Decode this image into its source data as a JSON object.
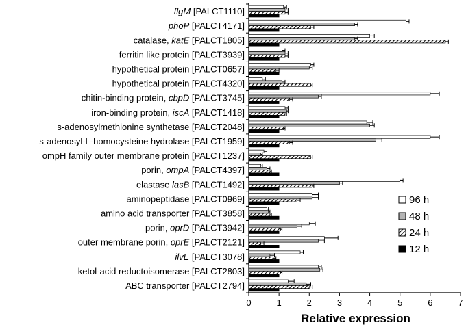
{
  "chart_data": {
    "type": "bar",
    "orientation": "horizontal",
    "xlabel": "Relative expression",
    "xlim": [
      0,
      7
    ],
    "xticks": [
      "0",
      "1",
      "2",
      "3",
      "4",
      "5",
      "6",
      "7"
    ],
    "grid": false,
    "legend_position": "bottom-right",
    "categories": [
      {
        "parts": [
          {
            "t": "flgM",
            "i": true
          },
          {
            "t": " [PALCT1110]",
            "i": false
          }
        ]
      },
      {
        "parts": [
          {
            "t": "phoP",
            "i": true
          },
          {
            "t": " [PALCT4171]",
            "i": false
          }
        ]
      },
      {
        "parts": [
          {
            "t": "catalase, ",
            "i": false
          },
          {
            "t": "katE",
            "i": true
          },
          {
            "t": " [PALCT1805]",
            "i": false
          }
        ]
      },
      {
        "parts": [
          {
            "t": "ferritin like protein [PALCT3939]",
            "i": false
          }
        ]
      },
      {
        "parts": [
          {
            "t": "hypothetical protein [PALCT0657]",
            "i": false
          }
        ]
      },
      {
        "parts": [
          {
            "t": "hypothetical protein [PALCT4320]",
            "i": false
          }
        ]
      },
      {
        "parts": [
          {
            "t": "chitin-binding protein, ",
            "i": false
          },
          {
            "t": "cbpD",
            "i": true
          },
          {
            "t": " [PALCT3745]",
            "i": false
          }
        ]
      },
      {
        "parts": [
          {
            "t": "iron-binding protein, ",
            "i": false
          },
          {
            "t": "iscA",
            "i": true
          },
          {
            "t": " [PALCT1418]",
            "i": false
          }
        ]
      },
      {
        "parts": [
          {
            "t": "s-adenosylmethionine synthetase [PALCT2048]",
            "i": false
          }
        ]
      },
      {
        "parts": [
          {
            "t": "s-adenosyl-L-homocysteine hydrolase [PALCT1959]",
            "i": false
          }
        ]
      },
      {
        "parts": [
          {
            "t": "ompH family outer membrane protein [PALCT1237]",
            "i": false
          }
        ]
      },
      {
        "parts": [
          {
            "t": "porin, ",
            "i": false
          },
          {
            "t": "ompA",
            "i": true
          },
          {
            "t": " [PALCT4397]",
            "i": false
          }
        ]
      },
      {
        "parts": [
          {
            "t": "elastase ",
            "i": false
          },
          {
            "t": "lasB",
            "i": true
          },
          {
            "t": " [PALCT1492]",
            "i": false
          }
        ]
      },
      {
        "parts": [
          {
            "t": "aminopeptidase [PALCT0969]",
            "i": false
          }
        ]
      },
      {
        "parts": [
          {
            "t": "amino acid transporter [PALCT3858]",
            "i": false
          }
        ]
      },
      {
        "parts": [
          {
            "t": "porin, ",
            "i": false
          },
          {
            "t": "oprD",
            "i": true
          },
          {
            "t": " [PALCT3942]",
            "i": false
          }
        ]
      },
      {
        "parts": [
          {
            "t": "outer membrane porin, ",
            "i": false
          },
          {
            "t": "oprE",
            "i": true
          },
          {
            "t": " [PALCT2121]",
            "i": false
          }
        ]
      },
      {
        "parts": [
          {
            "t": "ilvE",
            "i": true
          },
          {
            "t": " [PALCT3078]",
            "i": false
          }
        ]
      },
      {
        "parts": [
          {
            "t": "ketol-acid reductoisomerase [PALCT2803]",
            "i": false
          }
        ]
      },
      {
        "parts": [
          {
            "t": "ABC transporter [PALCT2794]",
            "i": false
          }
        ]
      }
    ],
    "series": [
      {
        "name": "96 h",
        "fill": "white",
        "values": [
          1.15,
          5.2,
          4.0,
          1.1,
          2.05,
          0.45,
          6.0,
          1.2,
          3.9,
          6.0,
          0.5,
          0.4,
          5.0,
          2.1,
          0.6,
          2.0,
          2.5,
          1.7,
          2.3,
          1.3
        ],
        "errors": [
          0.1,
          0.1,
          0.15,
          0.1,
          0.1,
          0.1,
          0.3,
          0.1,
          0.2,
          0.3,
          0.1,
          0.05,
          0.1,
          0.2,
          0.05,
          0.2,
          0.45,
          0.1,
          0.1,
          0.2
        ]
      },
      {
        "name": "48 h",
        "fill": "gray",
        "values": [
          1.2,
          3.5,
          3.5,
          1.2,
          2.0,
          1.1,
          2.3,
          1.25,
          4.0,
          4.2,
          0.4,
          0.6,
          3.0,
          2.1,
          0.65,
          1.6,
          2.3,
          0.7,
          2.35,
          1.9
        ],
        "errors": [
          0.1,
          0.1,
          0.1,
          0.1,
          0.1,
          0.1,
          0.1,
          0.05,
          0.15,
          0.2,
          0.05,
          0.1,
          0.1,
          0.2,
          0.05,
          0.15,
          0.2,
          0.15,
          0.1,
          0.15
        ]
      },
      {
        "name": "24 h",
        "fill": "hatched",
        "values": [
          1.2,
          2.05,
          6.5,
          1.2,
          0.9,
          2.05,
          1.35,
          1.2,
          1.15,
          1.35,
          2.05,
          0.7,
          2.1,
          1.6,
          0.7,
          1.05,
          0.4,
          0.8,
          1.05,
          2.0
        ],
        "errors": [
          0.1,
          0.1,
          0.1,
          0.1,
          0.1,
          0.05,
          0.1,
          0.05,
          0.05,
          0.1,
          0.05,
          0.05,
          0.05,
          0.1,
          0.05,
          0.05,
          0.1,
          0.1,
          0.05,
          0.1
        ]
      },
      {
        "name": "12 h",
        "fill": "black",
        "values": [
          1.0,
          1.0,
          1.0,
          1.0,
          1.0,
          1.0,
          1.0,
          1.0,
          1.0,
          1.0,
          1.0,
          1.0,
          1.0,
          1.0,
          1.0,
          1.0,
          1.0,
          1.0,
          1.0,
          1.0
        ],
        "errors": [
          0,
          0,
          0,
          0,
          0,
          0,
          0,
          0,
          0,
          0,
          0,
          0,
          0,
          0,
          0,
          0,
          0,
          0,
          0,
          0
        ]
      }
    ]
  }
}
